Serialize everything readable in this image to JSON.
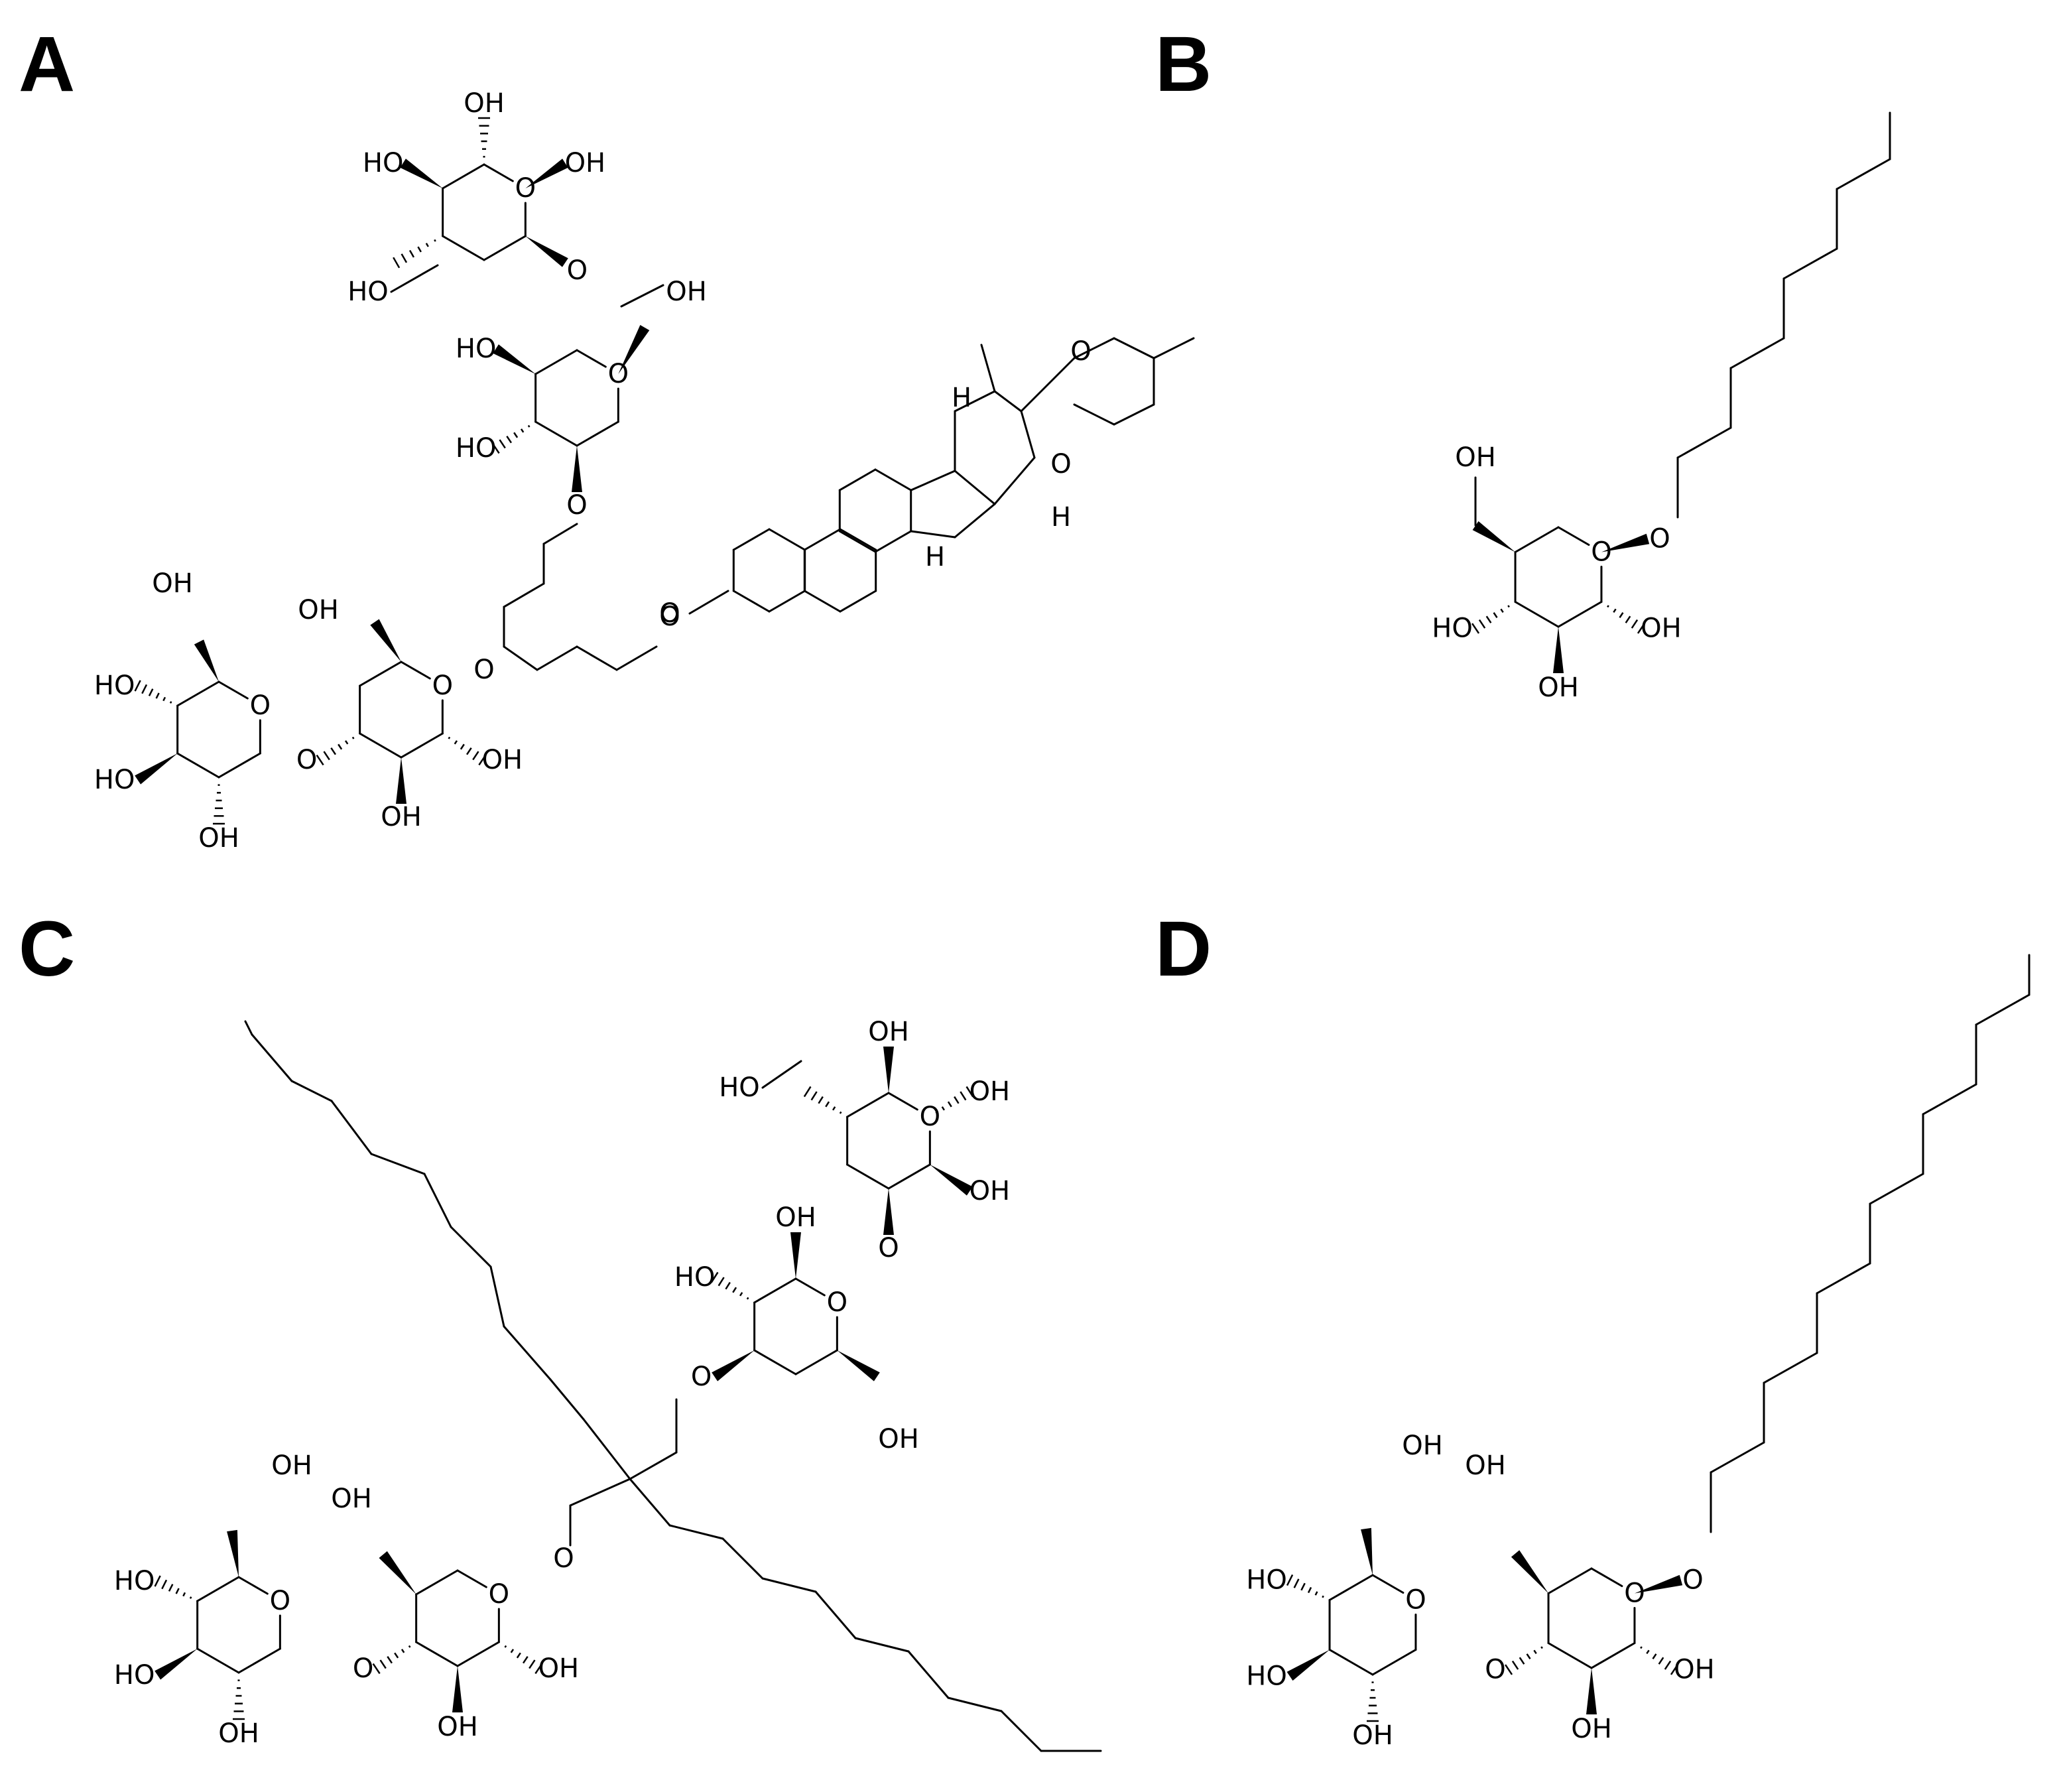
{
  "figure": {
    "panels": [
      {
        "letter": "A"
      },
      {
        "letter": "B"
      },
      {
        "letter": "C"
      },
      {
        "letter": "D"
      }
    ],
    "atom_symbols": {
      "oxygen": "O",
      "hydrogen": "H",
      "hydroxyl": "OH",
      "hydroxyl_reversed": "HO"
    },
    "colors": {
      "ink": "#000000",
      "background": "#ffffff"
    }
  }
}
